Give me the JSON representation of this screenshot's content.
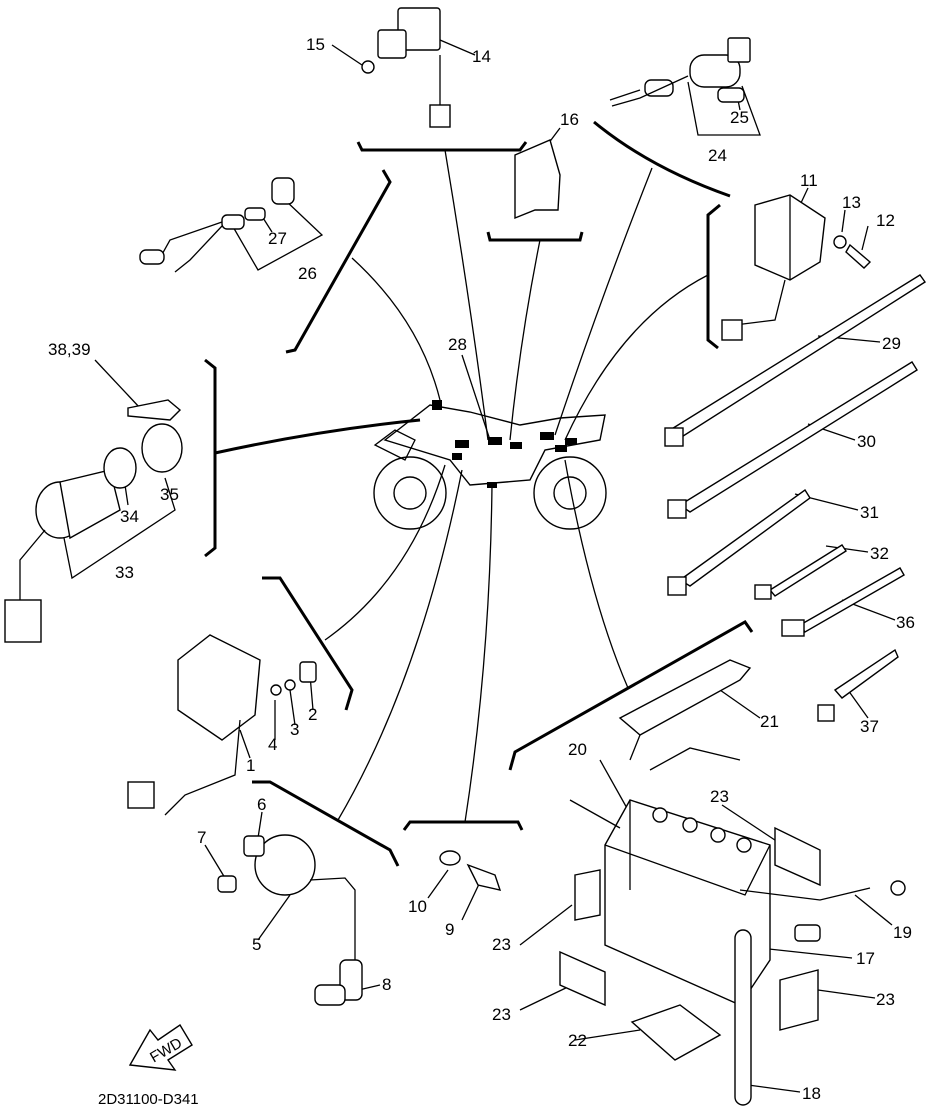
{
  "diagram": {
    "drawing_code": "2D31100-D341",
    "direction_label": "FWD",
    "callouts": [
      "1",
      "2",
      "3",
      "4",
      "5",
      "6",
      "7",
      "8",
      "9",
      "10",
      "11",
      "12",
      "13",
      "14",
      "15",
      "16",
      "17",
      "18",
      "19",
      "20",
      "21",
      "22",
      "23",
      "23",
      "23",
      "23",
      "24",
      "25",
      "26",
      "27",
      "28",
      "29",
      "30",
      "31",
      "32",
      "33",
      "34",
      "35",
      "36",
      "37",
      "38,39"
    ]
  }
}
